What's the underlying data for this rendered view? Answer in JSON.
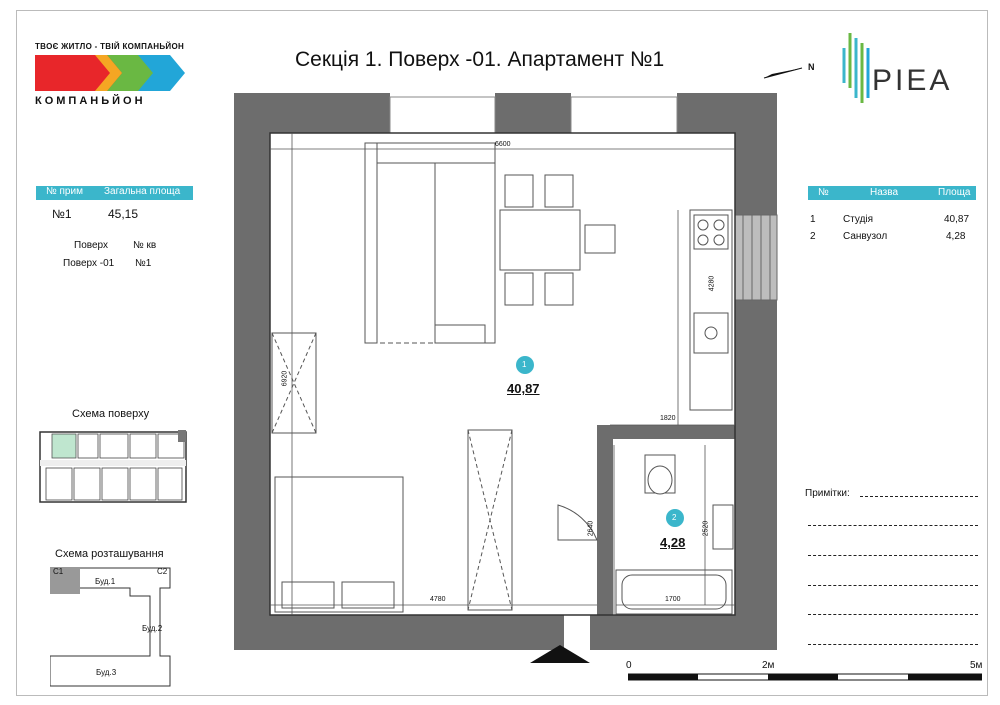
{
  "header": {
    "title": "Секція 1. Поверх -01. Апартамент №1",
    "brand_tagline": "ТВОЄ ЖИТЛО - ТВІЙ КОМПАНЬЙОН",
    "brand_name": "КОМПАНЬЙОН",
    "partner_logo": "PIEA",
    "north_label": "N"
  },
  "apartment_info": {
    "col_number": "№ прим",
    "col_area": "Загальна площа",
    "number": "№1",
    "area": "45,15",
    "floor_label": "Поверх",
    "floor_value": "Поверх -01",
    "apt_label": "№ кв",
    "apt_value": "№1"
  },
  "rooms_table": {
    "col_num": "№",
    "col_name": "Назва",
    "col_area": "Площа",
    "rows": [
      {
        "num": "1",
        "name": "Студія",
        "area": "40,87"
      },
      {
        "num": "2",
        "name": "Санвузол",
        "area": "4,28"
      }
    ]
  },
  "notes": {
    "label": "Примітки:"
  },
  "captions": {
    "floor_scheme": "Схема поверху",
    "location_scheme": "Схема розташування",
    "c1": "C1",
    "c2": "C2",
    "bud1": "Буд.1",
    "bud2": "Буд.2",
    "bud3": "Буд.3"
  },
  "plan": {
    "room1_num": "1",
    "room1_area": "40,87",
    "room2_num": "2",
    "room2_area": "4,28",
    "dim_top": "6600",
    "dim_left": "6920",
    "dim_kitchen": "4280",
    "dim_bath_top": "1820",
    "dim_bath_door": "2640",
    "dim_bath_right": "2520",
    "dim_bottom": "4780",
    "dim_bath_bottom": "1700"
  },
  "scale_bar": {
    "start": "0",
    "mid": "2м",
    "end": "5м"
  },
  "colors": {
    "accent": "#3bb6cb",
    "wall": "#6d6d6d"
  }
}
